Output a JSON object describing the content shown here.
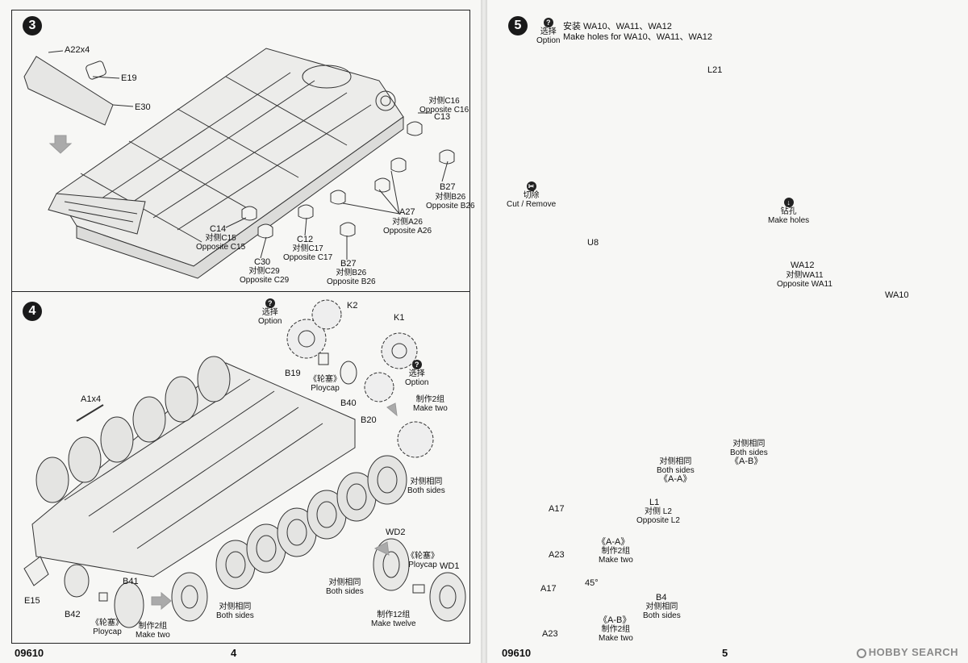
{
  "left_page": {
    "code": "09610",
    "page_number": "4",
    "step3": {
      "number": "3",
      "labels": {
        "a22": "A22x4",
        "e19": "E19",
        "e30": "E30",
        "c16": [
          "对侧C16",
          "Opposite C16"
        ],
        "c13": "C13",
        "b27_top": "B27",
        "b26_top": [
          "对侧B26",
          "Opposite B26"
        ],
        "a27": "A27",
        "a26": [
          "对侧A26",
          "Opposite A26"
        ],
        "c14": "C14",
        "c15": [
          "对侧C15",
          "Opposite C15"
        ],
        "c12": "C12",
        "c17": [
          "对侧C17",
          "Opposite C17"
        ],
        "c30": "C30",
        "c29": [
          "对侧C29",
          "Opposite C29"
        ],
        "b27_bot": "B27",
        "b26_bot": [
          "对侧B26",
          "Opposite B26"
        ]
      }
    },
    "step4": {
      "number": "4",
      "labels": {
        "option1": [
          "选择",
          "Option"
        ],
        "k2": "K2",
        "k1": "K1",
        "b19": "B19",
        "polycap1": [
          "《轮塞》",
          "Ploycap"
        ],
        "b40": "B40",
        "option2": [
          "选择",
          "Option"
        ],
        "b20": "B20",
        "make_two1": [
          "制作2组",
          "Make two"
        ],
        "both_sides1": [
          "对侧相同",
          "Both sides"
        ],
        "a1": "A1x4",
        "wd2": "WD2",
        "polycap2": [
          "《轮塞》",
          "Ploycap"
        ],
        "wd1": "WD1",
        "both_sides2": [
          "对侧相同",
          "Both sides"
        ],
        "both_sides3": [
          "对侧相同",
          "Both sides"
        ],
        "make_twelve": [
          "制作12组",
          "Make twelve"
        ],
        "e15": "E15",
        "b41": "B41",
        "b42": "B42",
        "polycap3": [
          "《轮塞》",
          "Ploycap"
        ],
        "make_two2": [
          "制作2组",
          "Make two"
        ]
      }
    }
  },
  "right_page": {
    "code": "09610",
    "page_number": "5",
    "step5": {
      "number": "5",
      "option": [
        "选择",
        "Option"
      ],
      "title_cn": "安装 WA10、WA11、WA12",
      "title_en": "Make holes for WA10、WA11、WA12",
      "labels": {
        "l21": "L21",
        "cut": [
          "切除",
          "Cut / Remove"
        ],
        "drill": [
          "钻孔",
          "Make holes"
        ],
        "u8": "U8",
        "wa12": "WA12",
        "wa11": [
          "对侧WA11",
          "Opposite WA11"
        ],
        "wa10": "WA10",
        "both_ab": [
          "对侧相同",
          "Both sides"
        ],
        "ab": "《A-B》",
        "both_aa": [
          "对侧相同",
          "Both sides"
        ],
        "aa": "《A-A》",
        "l1": "L1",
        "l2": [
          "对侧 L2",
          "Opposite L2"
        ],
        "b4": "B4",
        "b4_both": [
          "对侧相同",
          "Both sides"
        ],
        "a17_1": "A17",
        "a23_1": "A23",
        "aa_detail": "《A-A》",
        "aa_make": [
          "制作2组",
          "Make two"
        ],
        "a17_2": "A17",
        "a23_2": "A23",
        "angle": "45°",
        "ab_detail": "《A-B》",
        "ab_make": [
          "制作2组",
          "Make two"
        ]
      }
    },
    "watermark": "HOBBY SEARCH"
  }
}
